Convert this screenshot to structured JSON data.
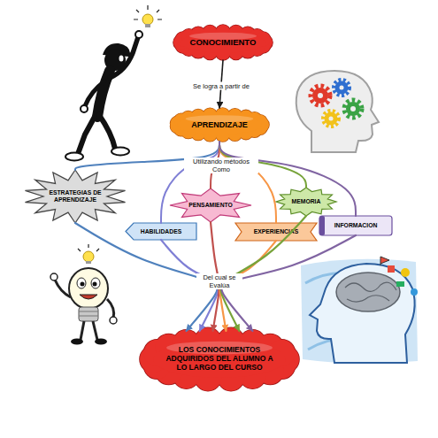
{
  "diagram": {
    "nodes": [
      {
        "text": [
          "CONOCIMIENTO"
        ]
      },
      {
        "text": [
          "APRENDIZAJE"
        ]
      },
      {
        "text": [
          "ESTRATEGIAS DE APRENDIZAJE"
        ]
      },
      {
        "text": [
          "HABILIDADES"
        ]
      },
      {
        "text": [
          "PENSAMIENTO"
        ]
      },
      {
        "text": [
          "EXPERIENCIAS"
        ]
      },
      {
        "text": [
          "MEMORIA"
        ]
      },
      {
        "text": [
          "INFORMACION"
        ]
      },
      {
        "text": [
          "LOS CONOCIMIENTOS ADQUIRIDOS DEL ALUMNO A LO LARGO DEL CURSO"
        ]
      }
    ],
    "edges": [
      {
        "from": 0,
        "to": 1,
        "label": "Se logra a partir de",
        "arrow": "to"
      },
      {
        "from": 1,
        "to": 2,
        "arrow": "none"
      },
      {
        "from": 1,
        "to": 3,
        "arrow": "none"
      },
      {
        "from": 1,
        "to": 4,
        "arrow": "none"
      },
      {
        "from": 1,
        "to": 5,
        "arrow": "none"
      },
      {
        "from": 1,
        "to": 6,
        "arrow": "none"
      },
      {
        "from": 1,
        "to": 7,
        "arrow": "none"
      },
      {
        "from": 2,
        "to": 8,
        "arrow": "to"
      },
      {
        "from": 3,
        "to": 8,
        "arrow": "to"
      },
      {
        "from": 4,
        "to": 8,
        "arrow": "to"
      },
      {
        "from": 5,
        "to": 8,
        "arrow": "to"
      },
      {
        "from": 6,
        "to": 8,
        "arrow": "to"
      },
      {
        "from": 7,
        "to": 8,
        "arrow": "to"
      }
    ],
    "labels": [
      "Utilizando métodos Como",
      "Del cual se Evalúa"
    ]
  }
}
